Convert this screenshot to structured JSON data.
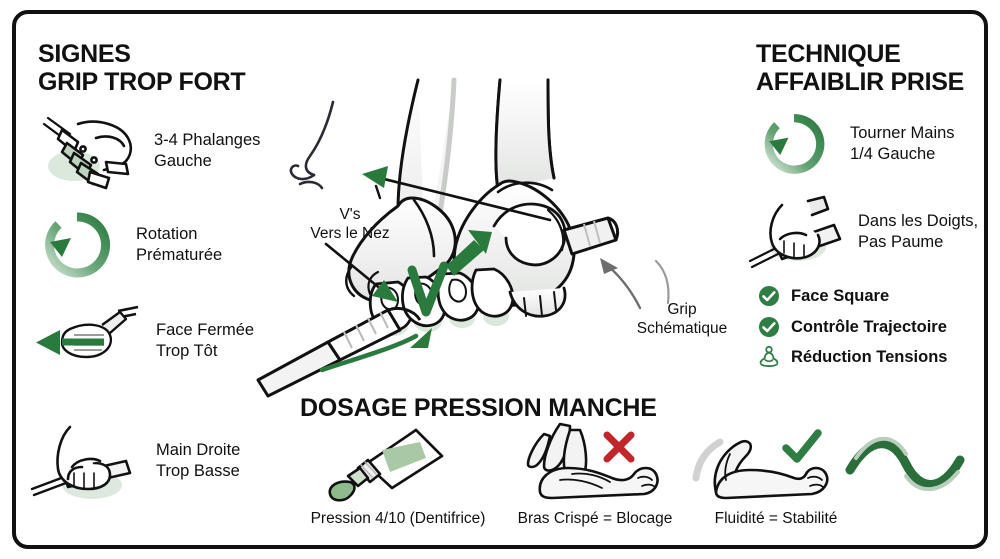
{
  "colors": {
    "green": "#2e7d42",
    "green_dark": "#1f6b35",
    "green_light": "#9cc5a4",
    "red": "#c0262b",
    "ink": "#111111",
    "grey_fill": "#d8dad8"
  },
  "left_column": {
    "title": "SIGNES\nGRIP TROP FORT",
    "items": [
      {
        "icon": "hand-knuckles-icon",
        "label": "3-4 Phalanges\nGauche"
      },
      {
        "icon": "rotation-arrow-icon",
        "label": "Rotation\nPrématurée"
      },
      {
        "icon": "club-face-closed-icon",
        "label": "Face Fermée\nTrop Tôt"
      },
      {
        "icon": "right-hand-low-icon",
        "label": "Main Droite\nTrop Basse"
      }
    ]
  },
  "right_column": {
    "title": "TECHNIQUE\nAFFAIBLIR PRISE",
    "items": [
      {
        "icon": "rotate-hands-quarter-icon",
        "label": "Tourner Mains\n1/4 Gauche"
      },
      {
        "icon": "fingers-grip-icon",
        "label": "Dans les Doigts,\nPas Paume"
      }
    ],
    "bullets": [
      {
        "icon": "check-circle-icon",
        "label": "Face Square"
      },
      {
        "icon": "check-circle-icon",
        "label": "Contrôle Trajectoire"
      },
      {
        "icon": "meditation-figure-icon",
        "label": "Réduction Tensions"
      }
    ]
  },
  "center": {
    "illustration": "two-hands-golf-grip-illustration",
    "annotations": [
      {
        "name": "vs-to-nose",
        "text": "V's\nVers le Nez"
      },
      {
        "name": "grip-schematic",
        "text": "Grip\nSchématique"
      }
    ],
    "markers": {
      "v_marker": "V",
      "nose": "nose-profile-icon"
    }
  },
  "bottom": {
    "title": "DOSAGE PRESSION MANCHE",
    "items": [
      {
        "icon": "toothpaste-tube-icon",
        "caption": "Pression 4/10 (Dentifrice)",
        "mark": "none"
      },
      {
        "icon": "tense-arm-icon",
        "caption": "Bras Crispé = Blocage",
        "mark": "x-mark-icon"
      },
      {
        "icon": "relaxed-arm-icon",
        "caption": "Fluidité = Stabilité",
        "mark": "check-mark-icon"
      },
      {
        "icon": "fluid-wave-icon",
        "caption": "",
        "mark": "none"
      }
    ]
  }
}
